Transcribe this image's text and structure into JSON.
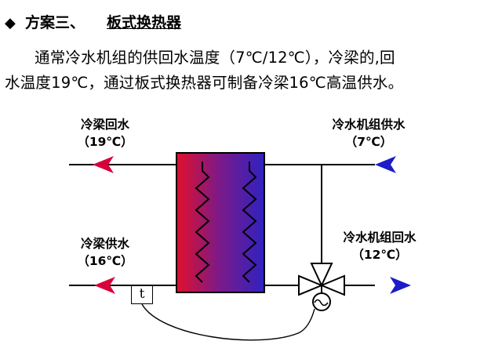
{
  "heading": {
    "bullet": "◆",
    "scheme": "方案三、",
    "topic": "板式换热器"
  },
  "paragraph": {
    "line1": "通常冷水机组的供回水温度（7℃/12℃），冷梁的,回",
    "line2": "水温度19℃，通过板式换热器可制备冷梁16℃高温供水。"
  },
  "diagram": {
    "labels": {
      "beam_return": {
        "name": "冷梁回水",
        "temp": "（19℃）"
      },
      "chiller_supply": {
        "name": "冷水机组供水",
        "temp": "（7℃）"
      },
      "beam_supply": {
        "name": "冷梁供水",
        "temp": "（16℃）"
      },
      "chiller_return": {
        "name": "冷水机组回水",
        "temp": "（12℃）"
      }
    },
    "sensor_label": "t",
    "colors": {
      "hot": "#d8003a",
      "cold": "#1c1cc8",
      "exchanger_hot": "#e0102c",
      "exchanger_cold": "#2f22c0"
    }
  }
}
